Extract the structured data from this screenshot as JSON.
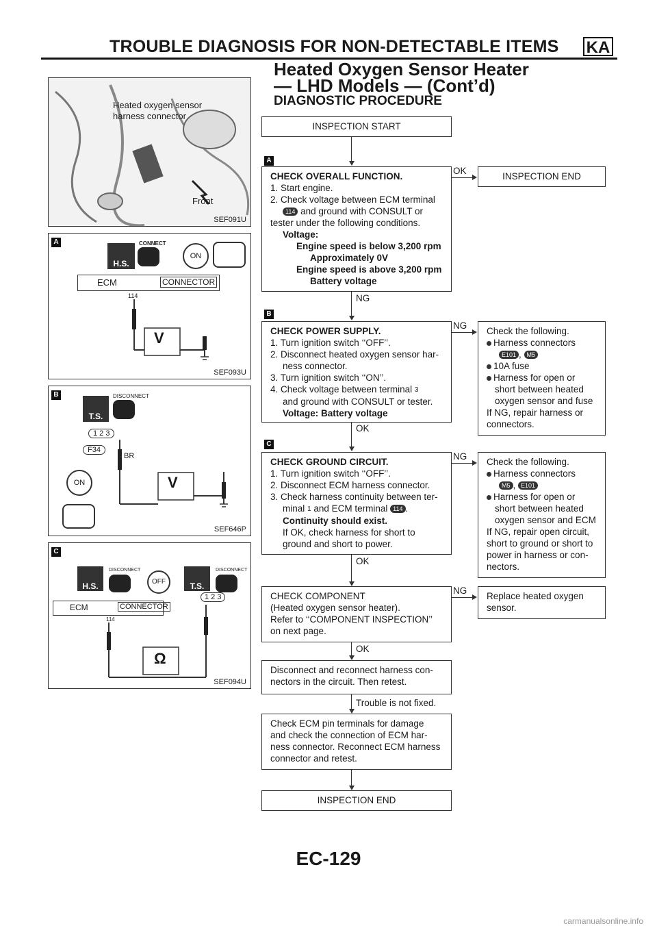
{
  "header": {
    "title": "TROUBLE DIAGNOSIS FOR NON-DETECTABLE ITEMS",
    "badge": "KA"
  },
  "section": {
    "title_line1": "Heated Oxygen Sensor Heater",
    "title_line2": "— LHD Models — (Cont’d)",
    "procedure_title": "DIAGNOSTIC PROCEDURE"
  },
  "figures": [
    {
      "id": "SEF091U",
      "text1": "Heated oxygen sensor",
      "text2": "harness connector",
      "text3": "Front"
    },
    {
      "id": "SEF093U",
      "tag": "A",
      "ecm": "ECM",
      "connector": "CONNECTOR",
      "pin": "114",
      "hs": "H.S.",
      "status": "CONNECT",
      "meter": "V"
    },
    {
      "id": "SEF646P",
      "tag": "B",
      "ts": "T.S.",
      "status": "DISCONNECT",
      "pins": "1 2 3",
      "conn": "F34",
      "wire": "BR",
      "meter": "V"
    },
    {
      "id": "SEF094U",
      "tag": "C",
      "ecm": "ECM",
      "connector": "CONNECTOR",
      "pin": "114",
      "hs": "H.S.",
      "ts": "T.S.",
      "status1": "DISCONNECT",
      "status2": "DISCONNECT",
      "key": "OFF",
      "pins": "1 2 3",
      "meter": "Ω"
    }
  ],
  "flow": {
    "start": "INSPECTION START",
    "step_a": {
      "tag": "A",
      "title": "CHECK OVERALL FUNCTION.",
      "l1": "1. Start engine.",
      "l2": "2. Check voltage between ECM terminal",
      "term": "114",
      "l3": "and ground with CONSULT or",
      "l4": "tester under the following conditions.",
      "l5": "Voltage:",
      "l6": "Engine speed is below 3,200 rpm",
      "l7": "Approximately 0V",
      "l8": "Engine speed is above 3,200 rpm",
      "l9": "Battery voltage",
      "ok": "OK",
      "ng": "NG",
      "ok_result": "INSPECTION END"
    },
    "step_b": {
      "tag": "B",
      "title": "CHECK POWER SUPPLY.",
      "l1": "1. Turn ignition switch ‘‘OFF’’.",
      "l2": "2. Disconnect heated oxygen sensor har-",
      "l3": "ness connector.",
      "l4": "3. Turn ignition switch ‘‘ON’’.",
      "l5": "4. Check voltage between terminal",
      "term": "3",
      "l6": "and ground with CONSULT or tester.",
      "l7": "Voltage: Battery voltage",
      "ok": "OK",
      "ng": "NG",
      "ng_title": "Check the following.",
      "ng_b1": "Harness connectors",
      "ng_c1": "E101",
      "ng_c2": "M5",
      "ng_b2": "10A fuse",
      "ng_b3": "Harness for open or",
      "ng_b3b": "short between heated",
      "ng_b3c": "oxygen sensor and fuse",
      "ng_end1": "If NG, repair harness or",
      "ng_end2": "connectors."
    },
    "step_c": {
      "tag": "C",
      "title": "CHECK GROUND CIRCUIT.",
      "l1": "1. Turn ignition switch ‘‘OFF’’.",
      "l2": "2. Disconnect ECM harness connector.",
      "l3": "3. Check harness continuity between ter-",
      "l4a": "minal",
      "term1": "1",
      "l4b": "and ECM terminal",
      "term2": "114",
      "l5": "Continuity should exist.",
      "l6": "If OK, check harness for short to",
      "l7": "ground and short to power.",
      "ok": "OK",
      "ng": "NG",
      "ng_title": "Check the following.",
      "ng_b1": "Harness connectors",
      "ng_c1": "M5",
      "ng_c2": "E101",
      "ng_b2": "Harness for open or",
      "ng_b2b": "short between heated",
      "ng_b2c": "oxygen sensor and ECM",
      "ng_end1": "If NG, repair open circuit,",
      "ng_end2": "short to ground or short to",
      "ng_end3": "power in harness or con-",
      "ng_end4": "nectors."
    },
    "step_d": {
      "l1": "CHECK COMPONENT",
      "l2": "(Heated oxygen sensor heater).",
      "l3": "Refer to ‘‘COMPONENT INSPECTION’’",
      "l4": "on next page.",
      "ok": "OK",
      "ng": "NG",
      "ng_result1": "Replace heated oxygen",
      "ng_result2": "sensor."
    },
    "step_e": {
      "l1": "Disconnect and reconnect harness con-",
      "l2": "nectors in the circuit. Then retest.",
      "result": "Trouble is not fixed."
    },
    "step_f": {
      "l1": "Check ECM pin terminals for damage",
      "l2": "and check the connection of ECM har-",
      "l3": "ness connector. Reconnect ECM harness",
      "l4": "connector and retest."
    },
    "end": "INSPECTION END"
  },
  "footer": {
    "page": "EC-129",
    "watermark": "carmanualsonline.info"
  }
}
